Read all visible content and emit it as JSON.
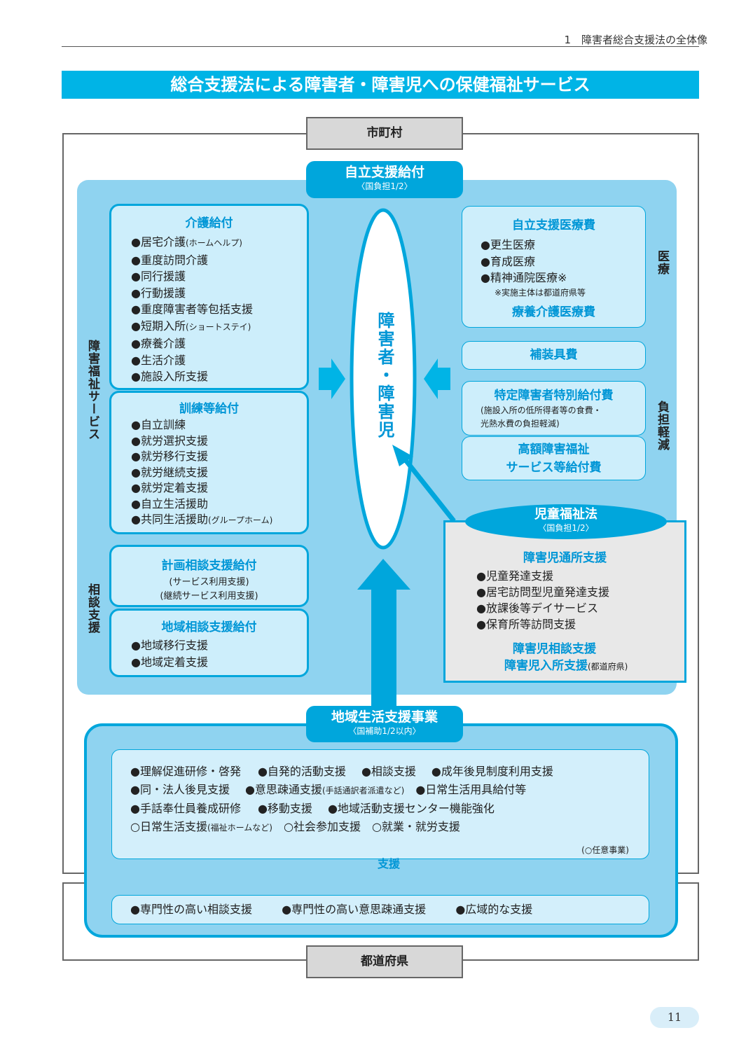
{
  "header": {
    "section": "1　障害者総合支援法の全体像"
  },
  "title": "総合支援法による障害者・障害児への保健福祉サービス",
  "municipality_label": "市町村",
  "prefecture_label": "都道府県",
  "independence_pill": {
    "main": "自立支援給付",
    "sub": "〈国負担1/2〉"
  },
  "left_vertical": {
    "welfare": "障害福祉サービス",
    "consult": "相談支援"
  },
  "right_vertical": {
    "medical": "医療",
    "burden": "負担軽減"
  },
  "center": "障害者・障害児",
  "kaigo": {
    "title": "介護給付",
    "items": [
      "●居宅介護",
      "●重度訪問介護",
      "●同行援護",
      "●行動援護",
      "●重度障害者等包括支援",
      "●短期入所",
      "●療養介護",
      "●生活介護",
      "●施設入所支援"
    ],
    "item0_note": "(ホームヘルプ)",
    "item5_note": "(ショートステイ)"
  },
  "kunren": {
    "title": "訓練等給付",
    "items": [
      "●自立訓練",
      "●就労選択支援",
      "●就労移行支援",
      "●就労継続支援",
      "●就労定着支援",
      "●自立生活援助",
      "●共同生活援助"
    ],
    "item6_note": "(グループホーム)"
  },
  "keikaku": {
    "title": "計画相談支援給付",
    "line1": "(サービス利用支援)",
    "line2": "(継続サービス利用支援)"
  },
  "chiiki_soudan": {
    "title": "地域相談支援給付",
    "items": [
      "●地域移行支援",
      "●地域定着支援"
    ]
  },
  "iryo": {
    "title": "自立支援医療費",
    "items": [
      "●更生医療",
      "●育成医療",
      "●精神通院医療※"
    ],
    "note": "※実施主体は都道府県等",
    "sub_title": "療養介護医療費"
  },
  "hosougu": "補装具費",
  "tokutei": {
    "title": "特定障害者特別給付費",
    "line1": "(施設入所の低所得者等の食費・",
    "line2": "光熱水費の負担軽減)"
  },
  "kougaku": {
    "line1": "高額障害福祉",
    "line2": "サービス等給付費"
  },
  "child_law": {
    "pill_main": "児童福祉法",
    "pill_sub": "〈国負担1/2〉",
    "title": "障害児通所支援",
    "items": [
      "●児童発達支援",
      "●居宅訪問型児童発達支援",
      "●放課後等デイサービス",
      "●保育所等訪問支援"
    ],
    "footer1": "障害児相談支援",
    "footer2": "障害児入所支援",
    "footer2_note": "(都道府県)"
  },
  "chiiki_seikatsu": {
    "pill_main": "地域生活支援事業",
    "pill_sub": "〈国補助1/2以内〉",
    "row1": [
      "●理解促進研修・啓発",
      "●自発的活動支援",
      "●相談支援",
      "●成年後見制度利用支援"
    ],
    "row2a": "●同・法人後見支援",
    "row2b": "●意思疎通支援",
    "row2b_note": "(手話通訳者派遣など)",
    "row2c": "●日常生活用具給付等",
    "row3": [
      "●手話奉仕員養成研修",
      "●移動支援",
      "●地域活動支援センター機能強化"
    ],
    "row4a": "○日常生活支援",
    "row4a_note": "(福祉ホームなど)",
    "row4b": "○社会参加支援",
    "row4c": "○就業・就労支援",
    "optional_note": "(○任意事業)"
  },
  "support_arrow_label": "支援",
  "prefecture_items": [
    "●専門性の高い相談支援",
    "●専門性の高い意思疎通支援",
    "●広域的な支援"
  ],
  "page_number": "11",
  "colors": {
    "accent": "#00b4e6",
    "light": "#8fd3f0",
    "pale": "#cdeefb",
    "gray": "#d8d8d8"
  }
}
